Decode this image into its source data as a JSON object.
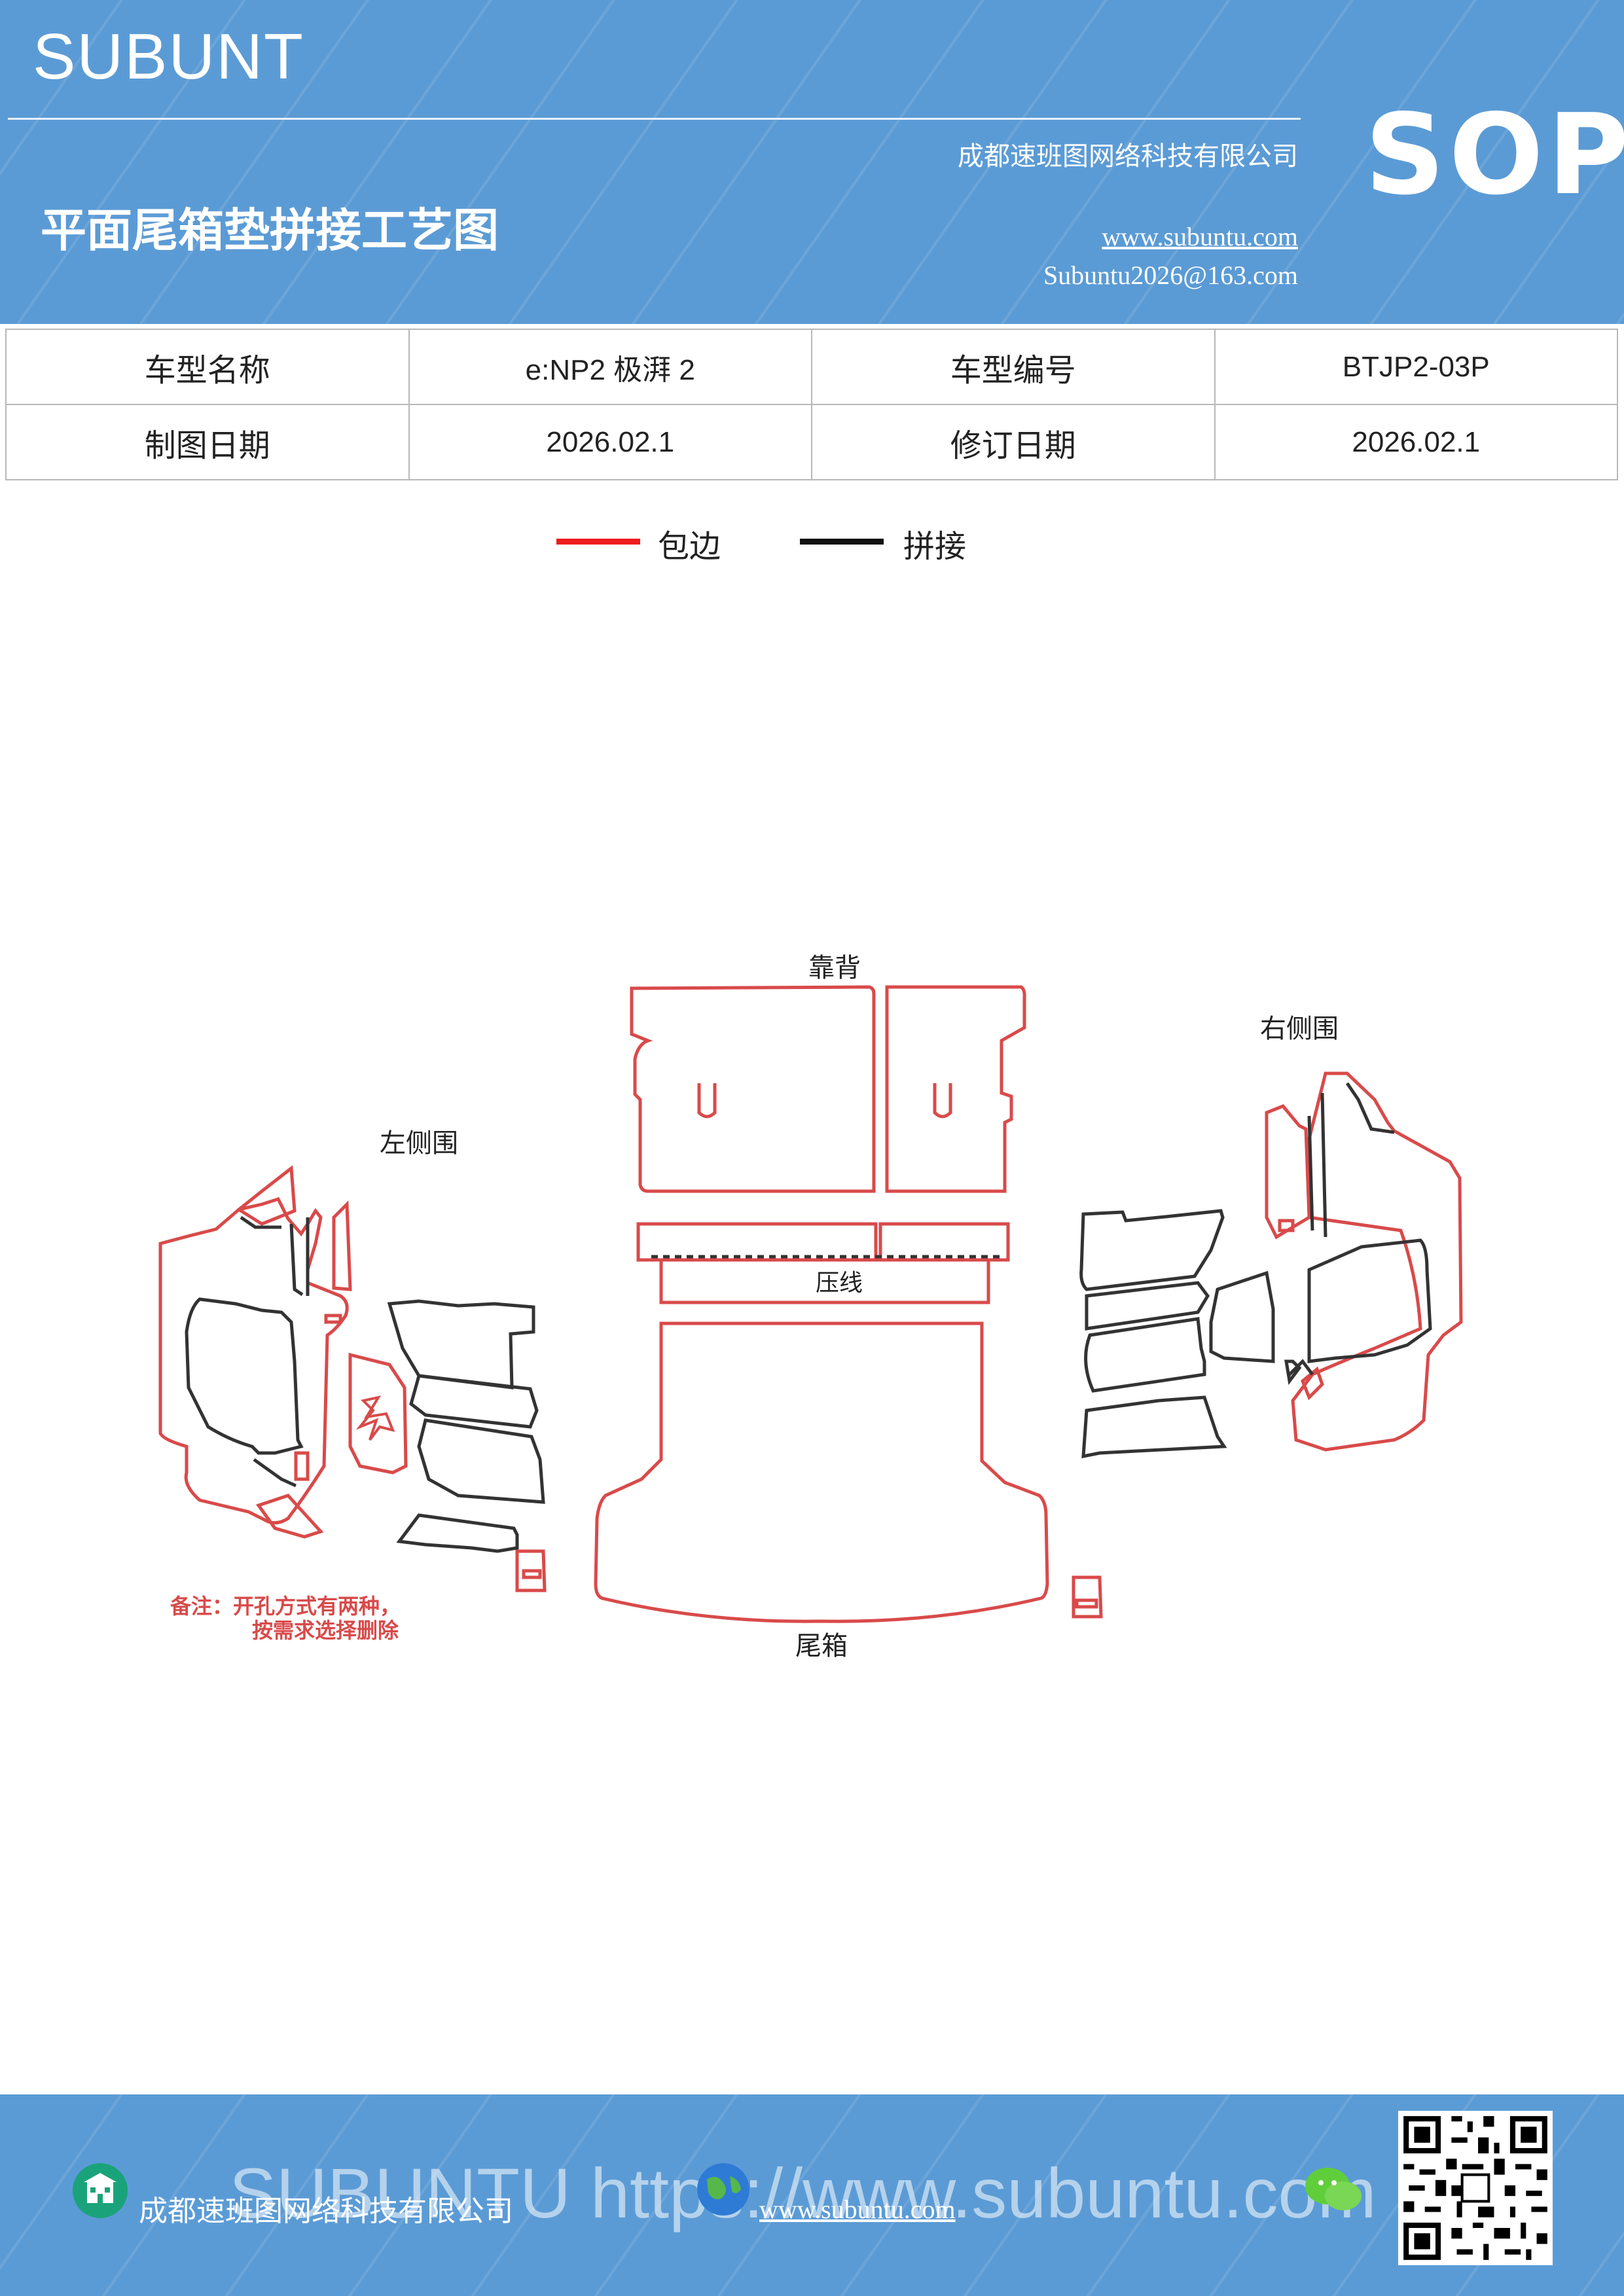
{
  "header": {
    "brand": "SUBUNT",
    "company": "成都速班图网络科技有限公司",
    "title": "平面尾箱垫拼接工艺图",
    "website": "www.subuntu.com",
    "email": "Subuntu2026@163.com",
    "sop": "SOP"
  },
  "info_table": {
    "rows": [
      {
        "label1": "车型名称",
        "value1": "e:NP2  极湃 2",
        "label2": "车型编号",
        "value2": "BTJP2-03P"
      },
      {
        "label1": "制图日期",
        "value1": "2026.02.1",
        "label2": "修订日期",
        "value2": "2026.02.1"
      }
    ]
  },
  "legend": {
    "items": [
      {
        "label": "包边",
        "color": "#ee1c1c"
      },
      {
        "label": "拼接",
        "color": "#111111"
      }
    ]
  },
  "diagram": {
    "labels": {
      "backrest": "靠背",
      "left_side": "左侧围",
      "right_side": "右侧围",
      "press_line": "压线",
      "trunk": "尾箱"
    },
    "note_line1": "备注：开孔方式有两种，",
    "note_line2": "按需求选择删除",
    "edge_color": "#d94a4a",
    "seam_color": "#333333"
  },
  "footer": {
    "watermark": "SUBUNTU https://www.subuntu.com",
    "company": "成都速班图网络科技有限公司",
    "website": "www.subuntu.com"
  }
}
